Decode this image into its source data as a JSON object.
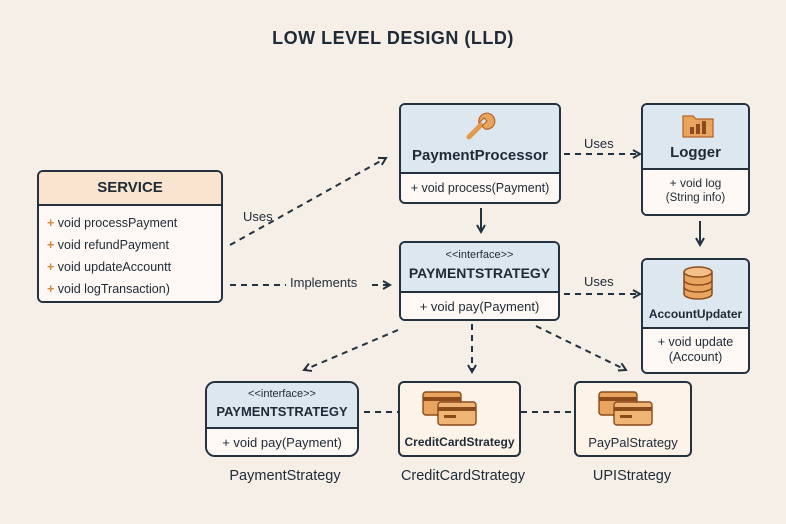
{
  "title": "LOW LEVEL DESIGN (LLD)",
  "service": {
    "name": "SERVICE",
    "methods": [
      "void processPayment",
      "void refundPayment",
      "void updateAccountt",
      "void logTransaction)"
    ]
  },
  "payment_processor": {
    "name": "PaymentProcessor",
    "icon": "wrench-icon",
    "method": "+ void process(Payment)"
  },
  "logger": {
    "name": "Logger",
    "icon": "folder-chart-icon",
    "method_line1": "+ void log",
    "method_line2": "(String info)"
  },
  "payment_strategy_main": {
    "stereotype": "<<interface>>",
    "name": "PAYMENTSTRATEGY",
    "method": "+ void pay(Payment)"
  },
  "account_updater": {
    "name": "AccountUpdater",
    "icon": "database-icon",
    "method_line1": "+ void update",
    "method_line2": "(Account)"
  },
  "payment_strategy_left": {
    "stereotype": "<<interface>>",
    "name": "PAYMENTSTRATEGY",
    "method": "+ void pay(Payment)",
    "caption": "PaymentStrategy"
  },
  "credit_card": {
    "name": "CreditCardStrategy",
    "icon": "credit-cards-icon",
    "caption": "CreditCardStrategy"
  },
  "paypal": {
    "name": "PayPalStrategy",
    "icon": "credit-cards-icon",
    "caption": "UPIStrategy"
  },
  "edge_labels": {
    "uses_service": "Uses",
    "implements": "Implements",
    "uses_logger": "Uses",
    "uses_account": "Uses"
  },
  "colors": {
    "background": "#f6efe8",
    "header_blue": "#dde7ef",
    "header_warm": "#f9e4cf",
    "accent_orange": "#e9a45f",
    "outline": "#24313f"
  }
}
